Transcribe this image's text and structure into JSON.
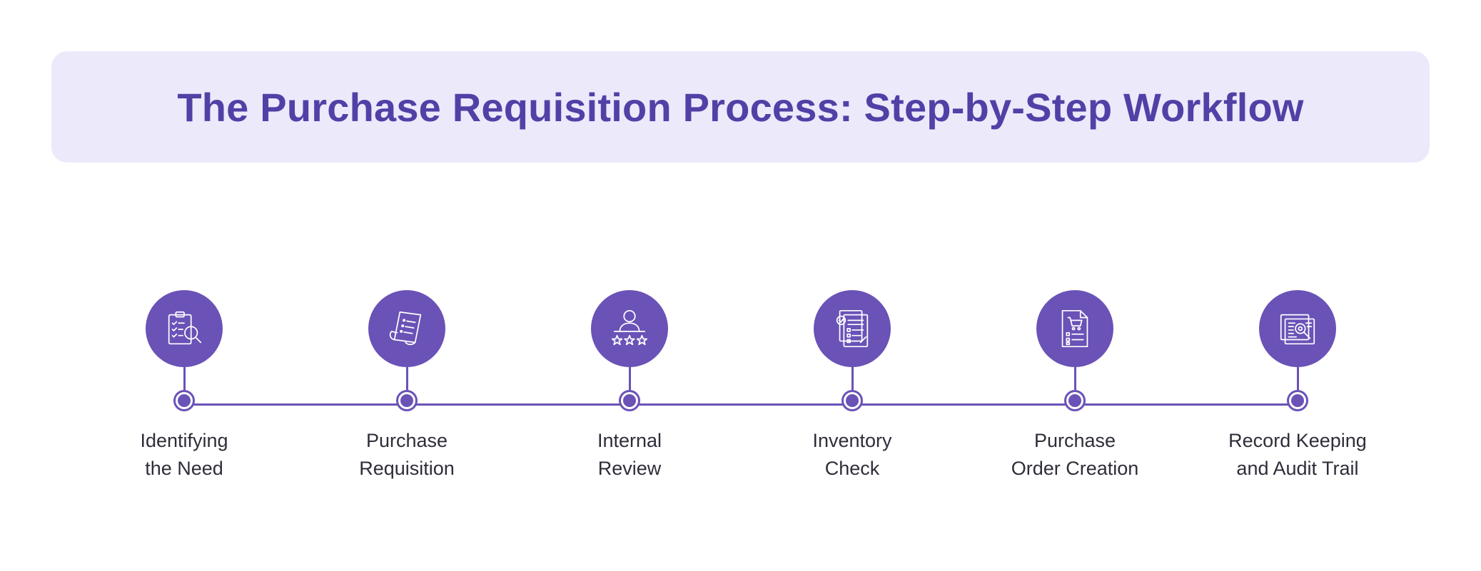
{
  "title": "The Purchase Requisition Process: Step-by-Step Workflow",
  "colors": {
    "accent": "#6a52b7",
    "title": "#5240a6",
    "banner_bg": "#ece9fb",
    "label_text": "#2e2e3a"
  },
  "steps": [
    {
      "line1": "Identifying",
      "line2": "the Need",
      "icon": "clipboard-search-icon"
    },
    {
      "line1": "Purchase",
      "line2": "Requisition",
      "icon": "document-scroll-icon"
    },
    {
      "line1": "Internal",
      "line2": "Review",
      "icon": "person-rating-icon"
    },
    {
      "line1": "Inventory",
      "line2": "Check",
      "icon": "checklist-documents-icon"
    },
    {
      "line1": "Purchase",
      "line2": "Order Creation",
      "icon": "cart-document-icon"
    },
    {
      "line1": "Record Keeping",
      "line2": "and Audit Trail",
      "icon": "document-magnify-icon"
    }
  ]
}
